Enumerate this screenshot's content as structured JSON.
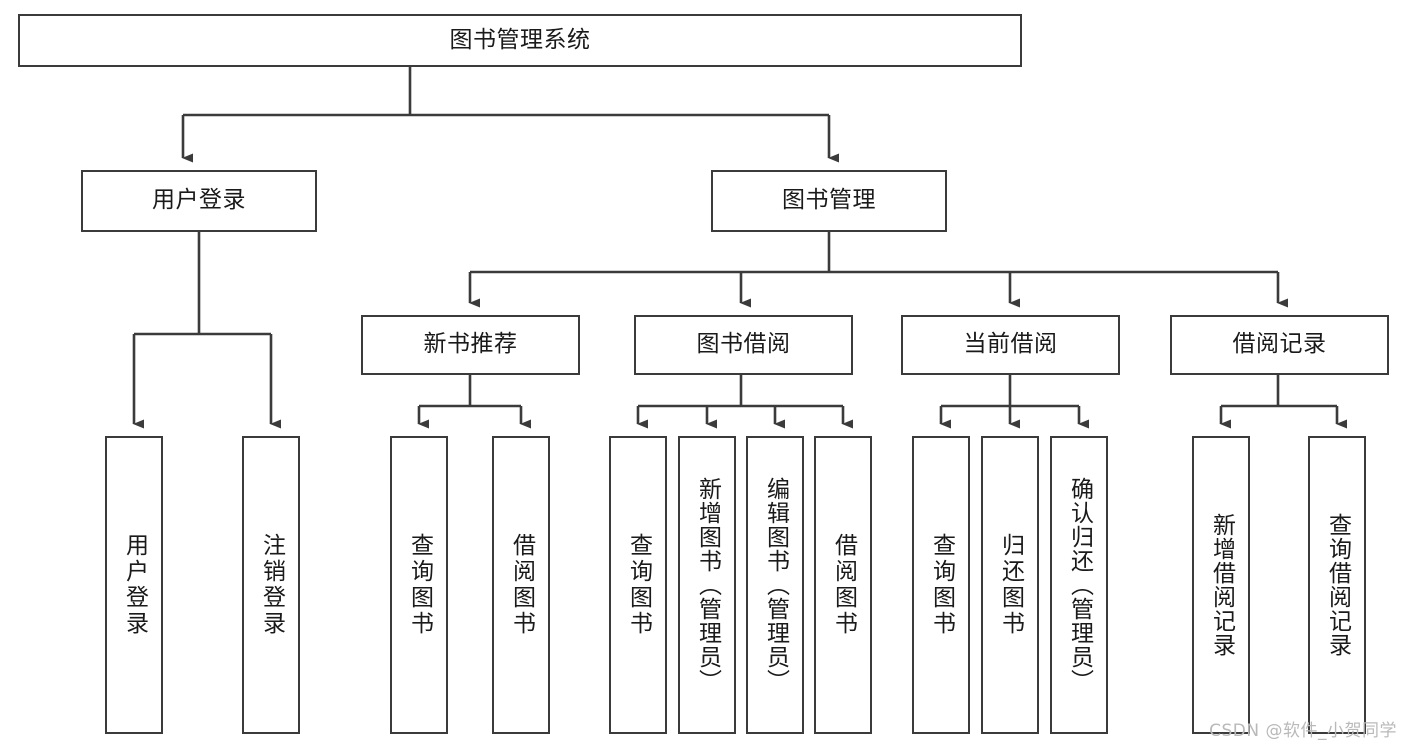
{
  "diagram": {
    "type": "tree",
    "title": "图书管理系统",
    "watermark": "CSDN @软件_小贺同学",
    "colors": {
      "box_border": "#3b3b3b",
      "connector": "#3b3b3b",
      "background": "#ffffff",
      "text": "#1a1a1a",
      "watermark": "#b9b9b9"
    },
    "levels": {
      "root": {
        "label": "图书管理系统"
      },
      "level2": [
        {
          "label": "用户登录"
        },
        {
          "label": "图书管理"
        }
      ],
      "level3": [
        {
          "label": "新书推荐"
        },
        {
          "label": "图书借阅"
        },
        {
          "label": "当前借阅"
        },
        {
          "label": "借阅记录"
        }
      ],
      "leaves": {
        "user_login": [
          {
            "label": "用户登录"
          },
          {
            "label": "注销登录"
          }
        ],
        "new_book_recommend": [
          {
            "label": "查询图书"
          },
          {
            "label": "借阅图书"
          }
        ],
        "book_borrow": [
          {
            "label": "查询图书"
          },
          {
            "label": "新增图书（管理员）"
          },
          {
            "label": "编辑图书（管理员）"
          },
          {
            "label": "借阅图书"
          }
        ],
        "current_borrow": [
          {
            "label": "查询图书"
          },
          {
            "label": "归还图书"
          },
          {
            "label": "确认归还（管理员）"
          }
        ],
        "borrow_record": [
          {
            "label": "新增借阅记录"
          },
          {
            "label": "查询借阅记录"
          }
        ]
      }
    }
  }
}
